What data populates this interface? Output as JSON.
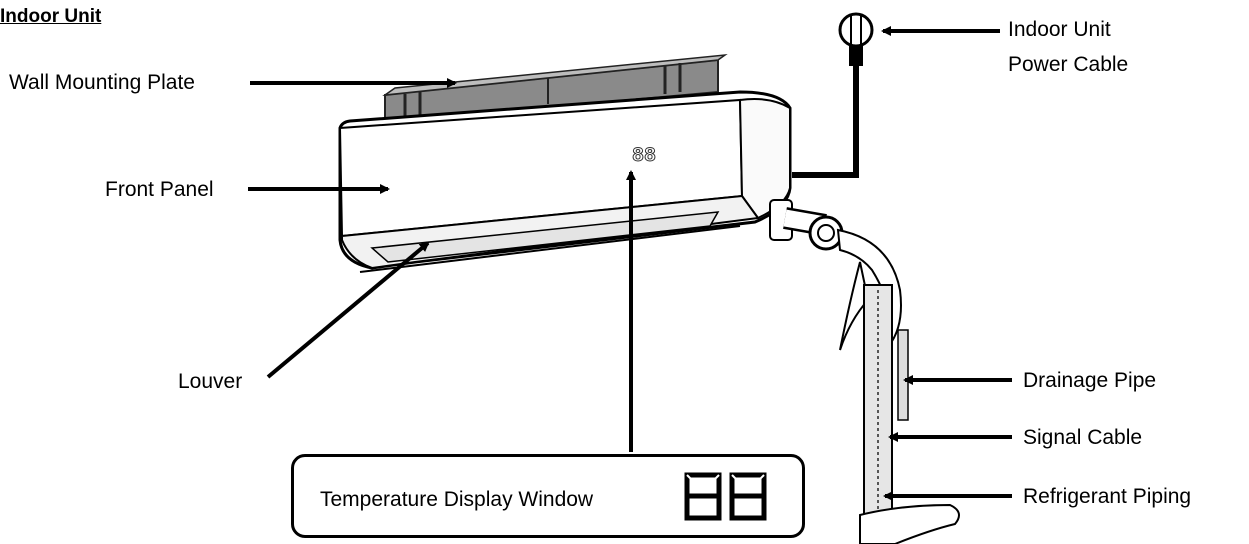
{
  "title": "Indoor Unit",
  "labels": {
    "wall_mounting_plate": "Wall Mounting Plate",
    "front_panel": "Front Panel",
    "louver": "Louver",
    "power_cable_line1": "Indoor Unit",
    "power_cable_line2": "Power Cable",
    "drainage_pipe": "Drainage Pipe",
    "signal_cable": "Signal Cable",
    "refrigerant_piping": "Refrigerant Piping"
  },
  "display": {
    "window_label": "Temperature Display Window",
    "digits": "88"
  },
  "colors": {
    "ink": "#000000",
    "unit_body": "#ffffff",
    "plate": "#8a8a8a"
  }
}
